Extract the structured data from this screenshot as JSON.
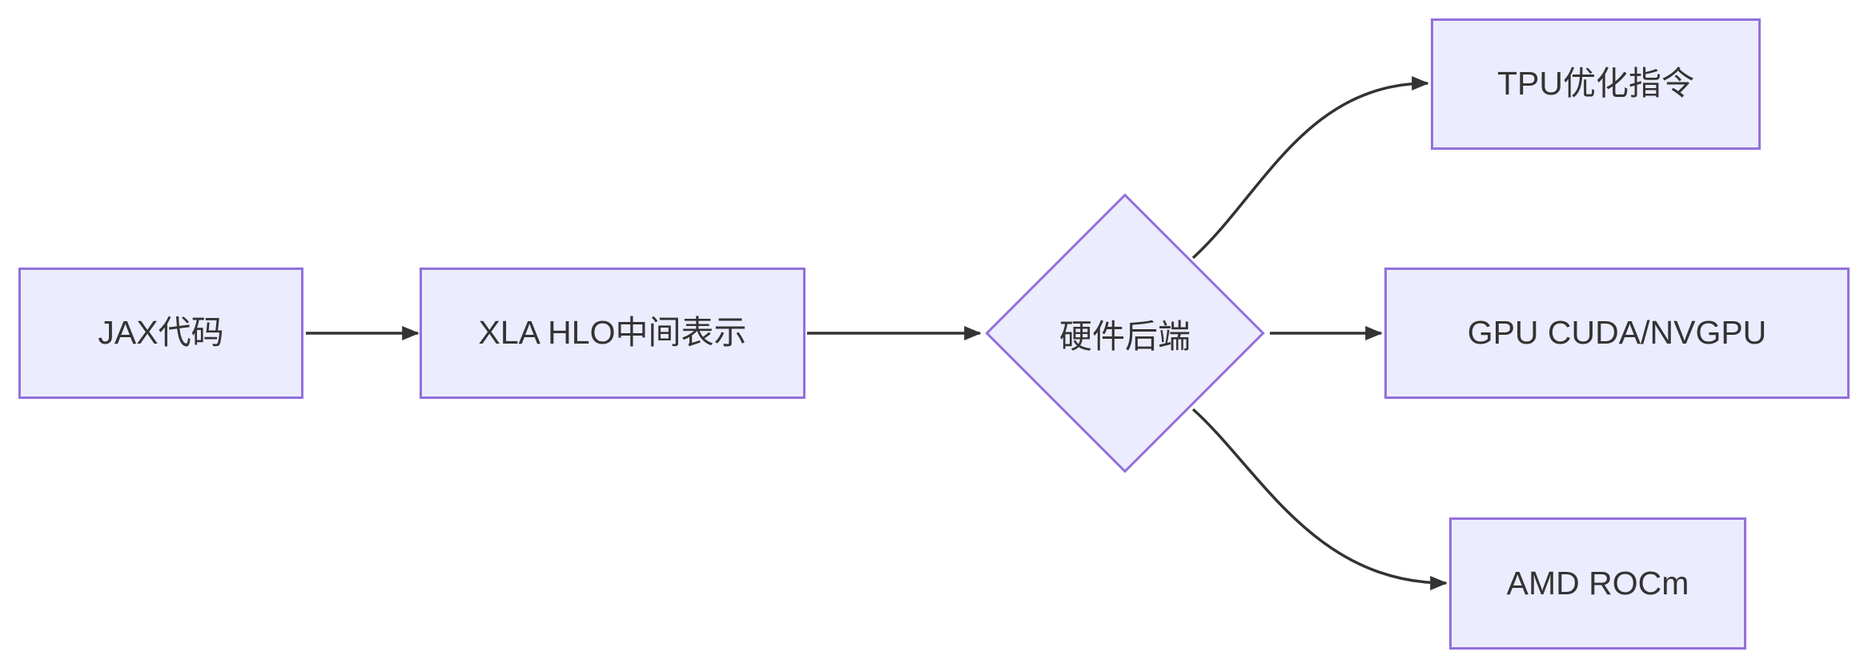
{
  "diagram": {
    "type": "flowchart-left-to-right",
    "background_color": "#ffffff",
    "node_fill_color": "#ECECFF",
    "node_border_color": "#9370DB",
    "text_color": "#333333",
    "arrow_color": "#333333",
    "nodes": [
      {
        "id": "jax",
        "label": "JAX代码",
        "shape": "rect"
      },
      {
        "id": "xla",
        "label": "XLA HLO中间表示",
        "shape": "rect"
      },
      {
        "id": "backend",
        "label": "硬件后端",
        "shape": "diamond"
      },
      {
        "id": "tpu",
        "label": "TPU优化指令",
        "shape": "rect"
      },
      {
        "id": "gpu",
        "label": "GPU CUDA/NVGPU",
        "shape": "rect"
      },
      {
        "id": "amd",
        "label": "AMD ROCm",
        "shape": "rect"
      }
    ],
    "edges": [
      {
        "from": "jax",
        "to": "xla"
      },
      {
        "from": "xla",
        "to": "backend"
      },
      {
        "from": "backend",
        "to": "tpu"
      },
      {
        "from": "backend",
        "to": "gpu"
      },
      {
        "from": "backend",
        "to": "amd"
      }
    ]
  }
}
